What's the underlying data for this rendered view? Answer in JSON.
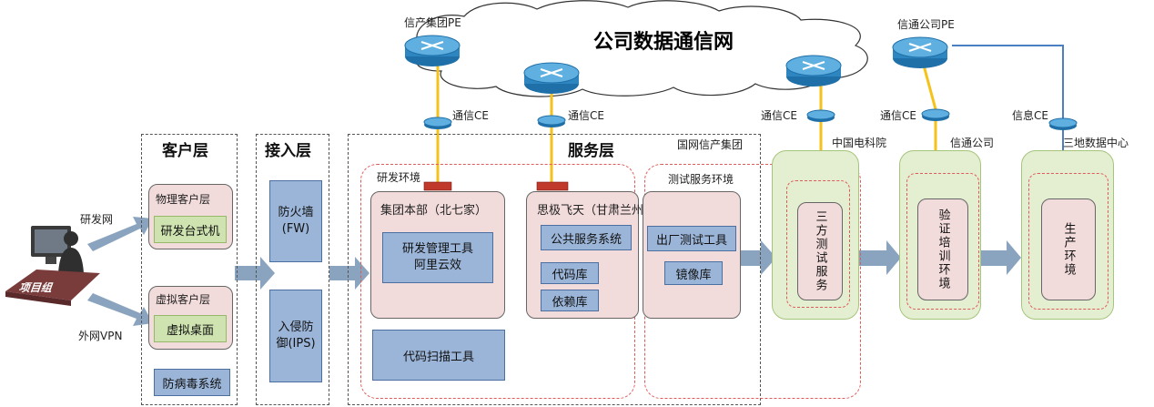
{
  "cloud": {
    "title": "公司数据通信网"
  },
  "routers": {
    "pe_left": "信产集团PE",
    "pe_right": "信通公司PE",
    "ce_1": "通信CE",
    "ce_2": "通信CE",
    "ce_3": "通信CE",
    "ce_4": "通信CE",
    "ce_5": "信息CE"
  },
  "project": {
    "label": "项目组",
    "net_top": "研发网",
    "net_bottom": "外网VPN"
  },
  "client_layer": {
    "title": "客户层",
    "physical_title": "物理客户层",
    "physical_item": "研发台式机",
    "virtual_title": "虚拟客户层",
    "virtual_item": "虚拟桌面",
    "antivirus": "防病毒系统"
  },
  "access_layer": {
    "title": "接入层",
    "firewall": "防火墙(FW)",
    "ips": "入侵防御(IPS)"
  },
  "service_layer": {
    "title": "服务层",
    "group_name": "国网信产集团",
    "dev_env": "研发环境",
    "hq_title": "集团本部（北七家）",
    "hq_item": "研发管理工具\n阿里云效",
    "sj_title": "思极飞天（甘肃兰州）",
    "sj_public": "公共服务系统",
    "sj_code": "代码库",
    "sj_dep": "依赖库",
    "scan": "代码扫描工具",
    "test_env": "测试服务环境",
    "test_tool": "出厂测试工具",
    "mirror": "镜像库"
  },
  "right_sites": {
    "cepri": "中国电科院",
    "cepri_box": "三方测试服务",
    "xintong": "信通公司",
    "xintong_box": "验证培训环境",
    "dc": "三地数据中心",
    "dc_box": "生产环境"
  },
  "colors": {
    "arrow": "#8aa4bf",
    "link_yellow": "#f5c21b",
    "link_blue": "#4a7fc1",
    "firewall_red": "#c0392b",
    "router_blue": "#2e86c1"
  }
}
